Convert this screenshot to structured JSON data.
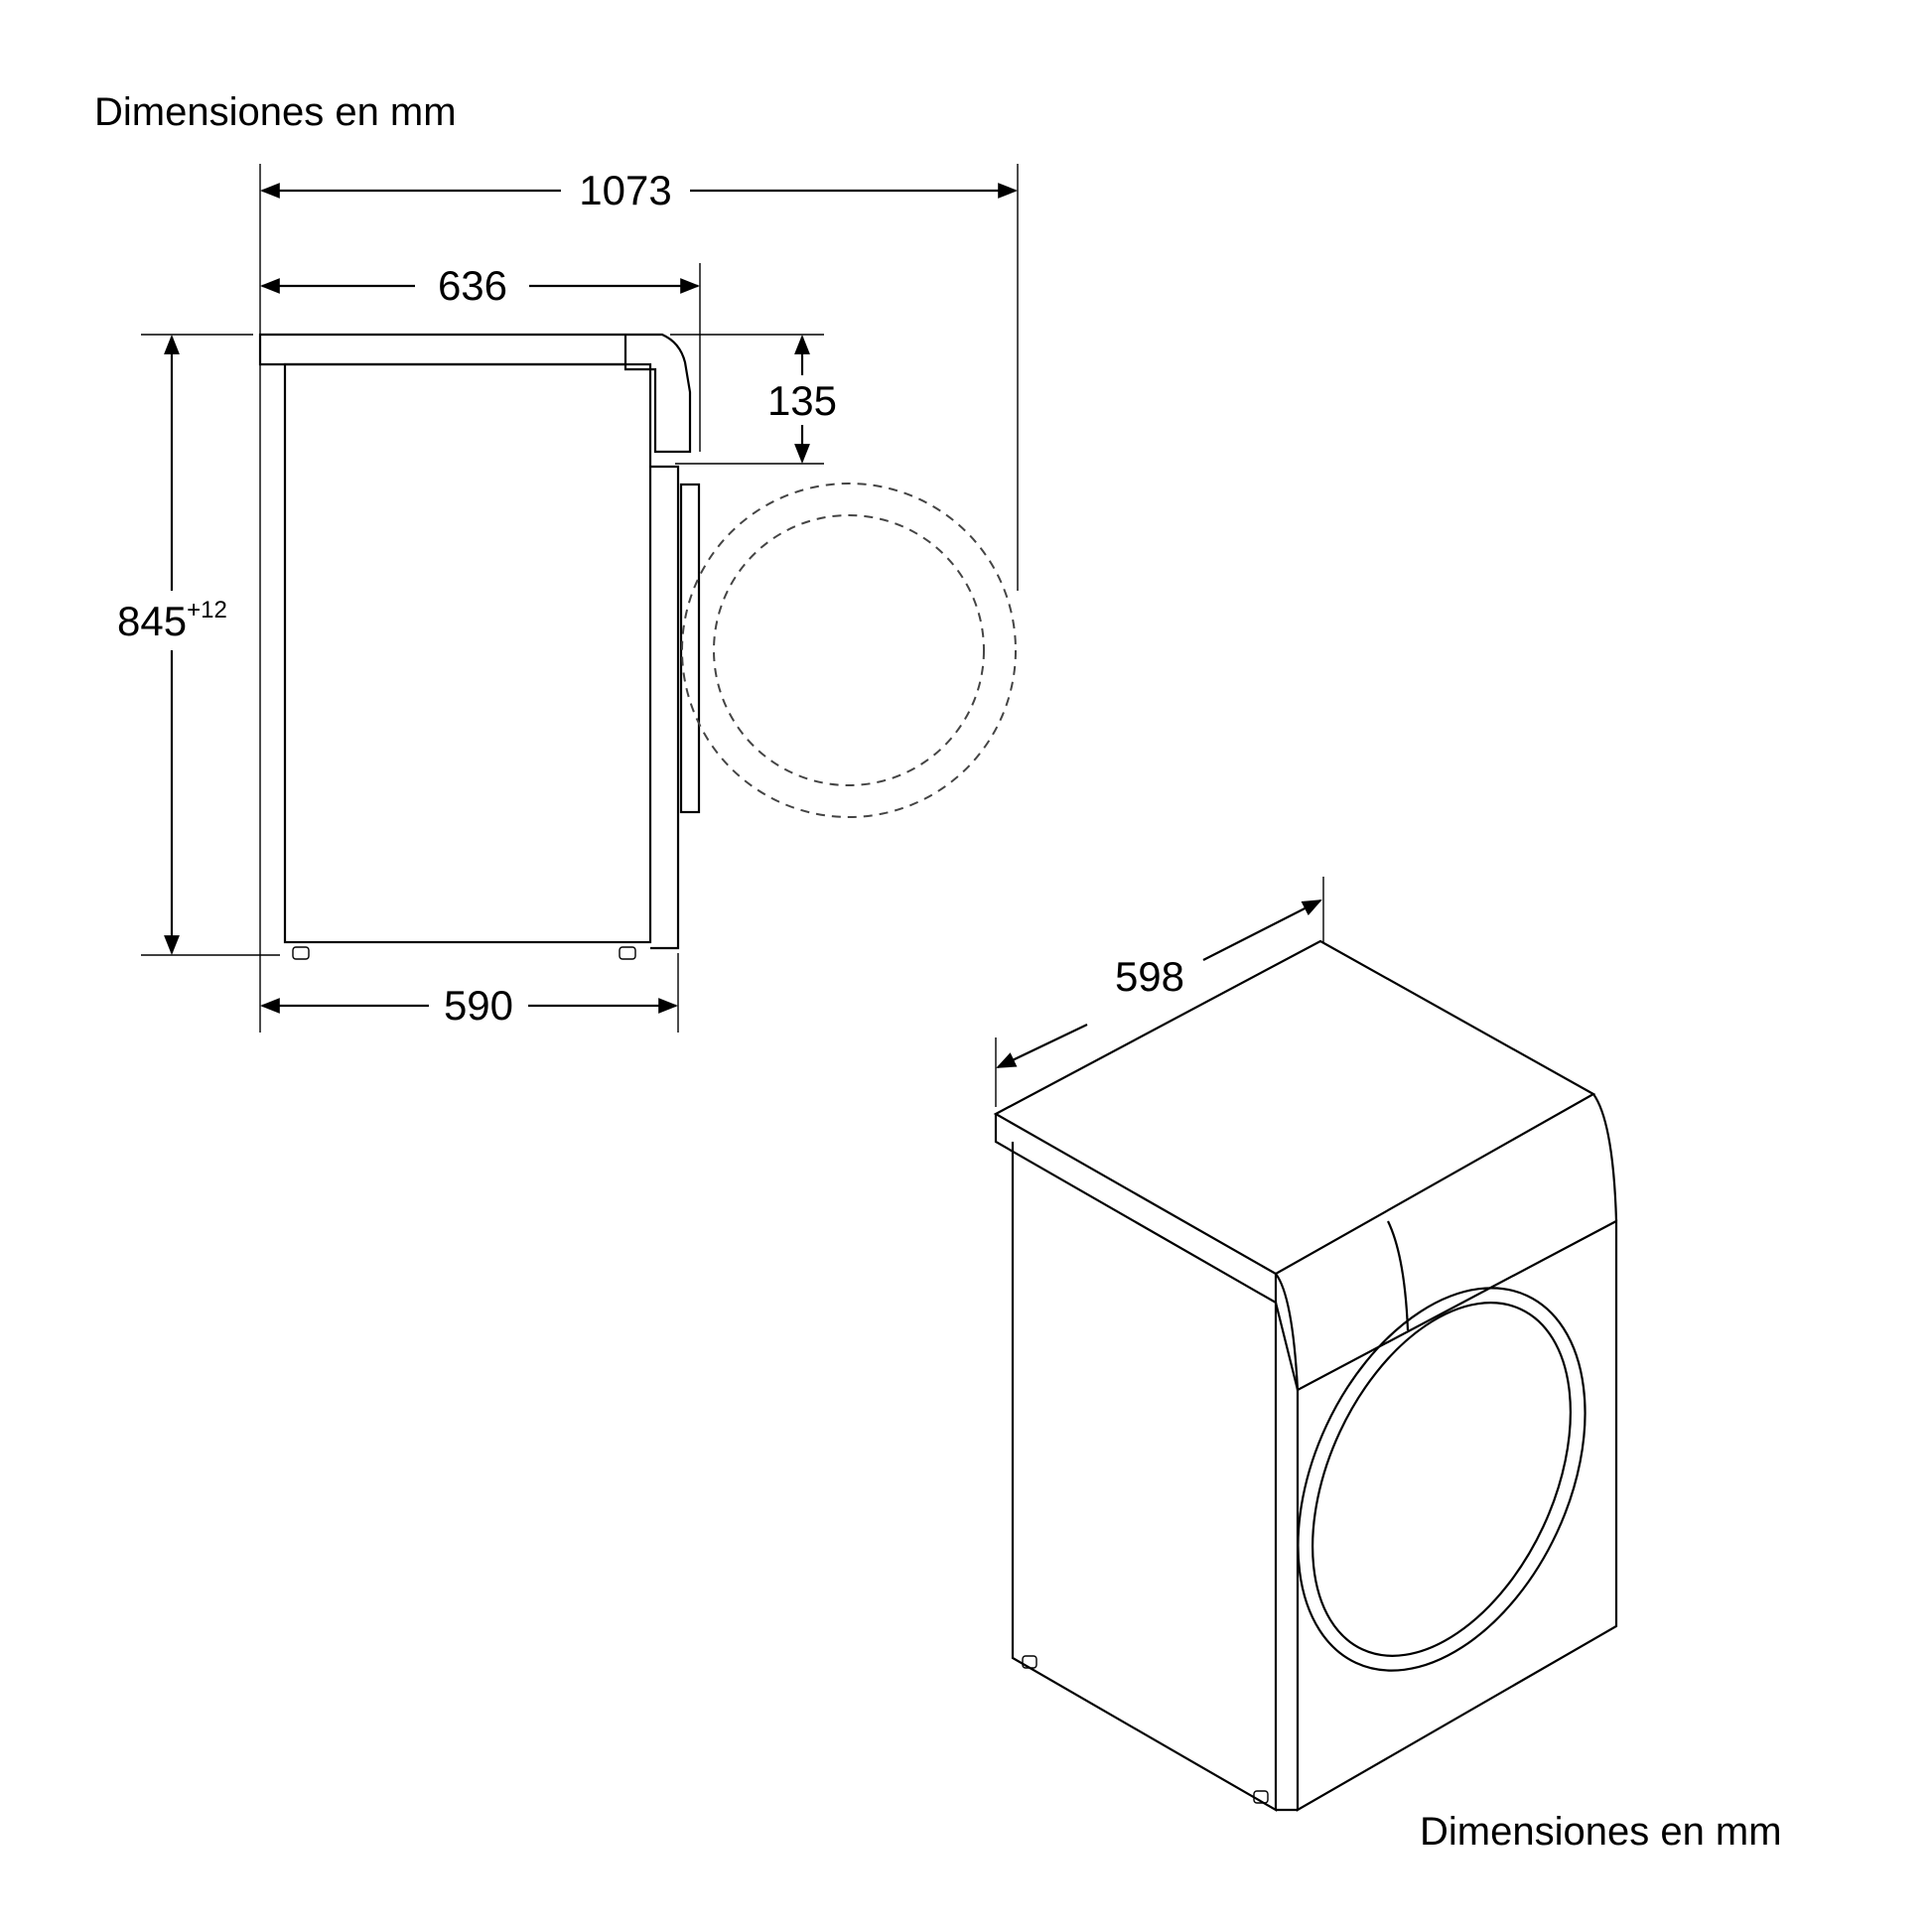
{
  "heading_top": "Dimensiones en mm",
  "heading_bottom": "Dimensiones en mm",
  "side_view": {
    "overall_depth_door_open": "1073",
    "depth_with_worktop": "636",
    "worktop_to_door_top": "135",
    "height": "845",
    "height_tolerance": "+12",
    "body_depth": "590"
  },
  "iso_view": {
    "width": "598"
  }
}
